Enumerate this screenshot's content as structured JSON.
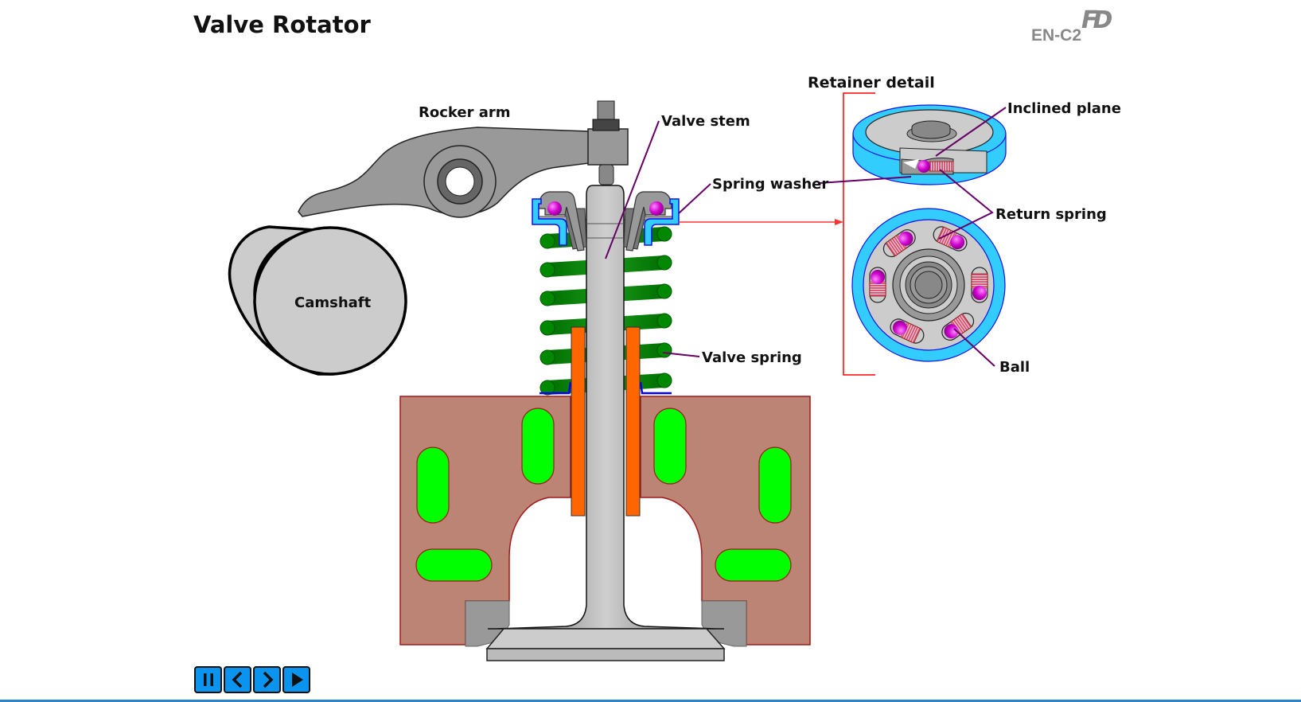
{
  "header": {
    "title": "Valve Rotator",
    "logo_code": "EN-C2",
    "logo_mark": "FD"
  },
  "diagram": {
    "labels": {
      "rocker_arm": "Rocker arm",
      "valve_stem": "Valve stem",
      "camshaft": "Camshaft",
      "spring_washer": "Spring washer",
      "valve_spring": "Valve spring",
      "retainer_detail": "Retainer detail",
      "inclined_plane": "Inclined plane",
      "return_spring": "Return spring",
      "ball": "Ball"
    },
    "colors": {
      "cylinder_head": "#bb8474",
      "coolant": "#00ff00",
      "valve_guide": "#ff6600",
      "spring": "#008800",
      "retainer": "#33ccff",
      "ball": "#cc00cc",
      "pointer_line": "#660066",
      "detail_bracket": "#ff0000"
    }
  },
  "controls": {
    "pause": "pause",
    "previous": "previous",
    "next": "next",
    "play": "play"
  }
}
